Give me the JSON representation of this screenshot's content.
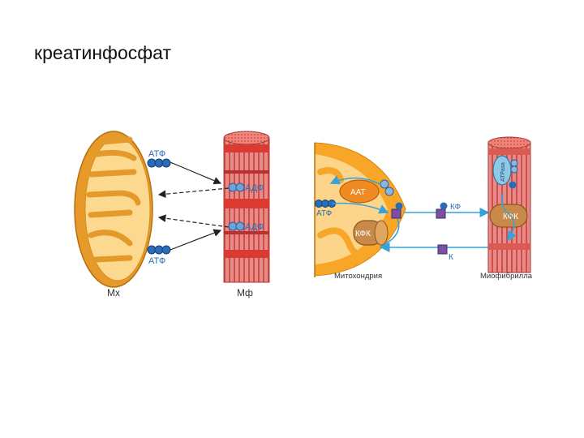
{
  "slide": {
    "title": "креатинфосфат"
  },
  "left_diagram": {
    "atp_top": "АТФ",
    "adp_1": "АДФ",
    "adp_2": "АДФ",
    "atp_bottom": "АТФ",
    "mitochondrion_label": "Мх",
    "myofibril_label": "Мф"
  },
  "right_diagram": {
    "aat_label": "ААТ",
    "atp_label": "АТФ",
    "kfk_mito_label": "КФК",
    "kf_label": "КФ",
    "k_label": "К",
    "kfk_myo_label": "КФК",
    "atpase_label": "АТРаза",
    "mitochondria_caption": "Митохондрия",
    "myofibril_caption": "Миофибрилла"
  },
  "colors": {
    "mito_outer": "#f0a830",
    "mito_inner": "#fbd78a",
    "myofibril": "#e27c78",
    "molecule_blue": "#2a6db5",
    "arrow_cyan": "#34a3dc",
    "cube_purple": "#7b4fa3"
  }
}
